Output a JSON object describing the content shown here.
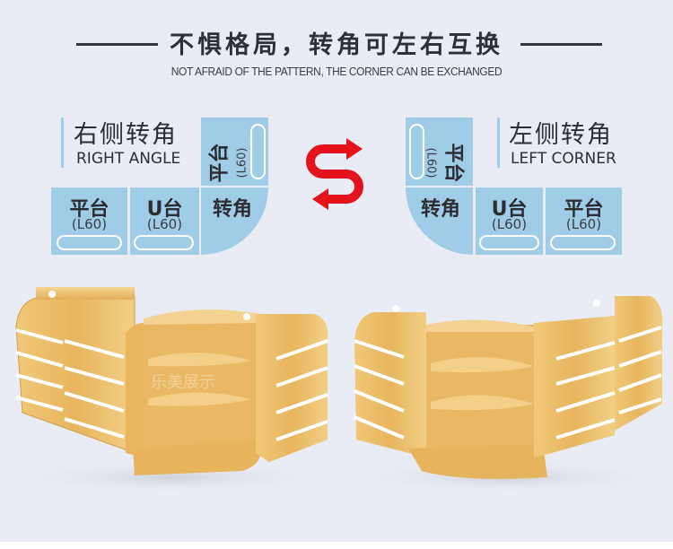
{
  "header": {
    "title": "不惧格局，转角可左右互换",
    "subtitle": "NOT AFRAID OF THE PATTERN, THE CORNER CAN BE EXCHANGED"
  },
  "colors": {
    "background": "#e9ecf4",
    "cell_blue": "#9fcde8",
    "swap_icon_red": "#e3121b",
    "text_dark": "#2b2d33",
    "wood": "#e8b964"
  },
  "right_diagram": {
    "label_cn": "右侧转角",
    "label_en": "RIGHT ANGLE",
    "cells": [
      {
        "name": "平台",
        "sub": "(L60)"
      },
      {
        "name": "U台",
        "sub": "(L60)"
      },
      {
        "name": "转角"
      },
      {
        "name": "平台",
        "sub": "(L60)",
        "rotated": true
      }
    ]
  },
  "left_diagram": {
    "label_cn": "左侧转角",
    "label_en": "LEFT CORNER",
    "cells": [
      {
        "name": "转角"
      },
      {
        "name": "U台",
        "sub": "(L60)"
      },
      {
        "name": "平台",
        "sub": "(L60)"
      },
      {
        "name": "平台",
        "sub": "(L60)",
        "rotated": true
      }
    ]
  },
  "swap_icon": "swap-arrows-icon",
  "watermark": "乐美展示"
}
